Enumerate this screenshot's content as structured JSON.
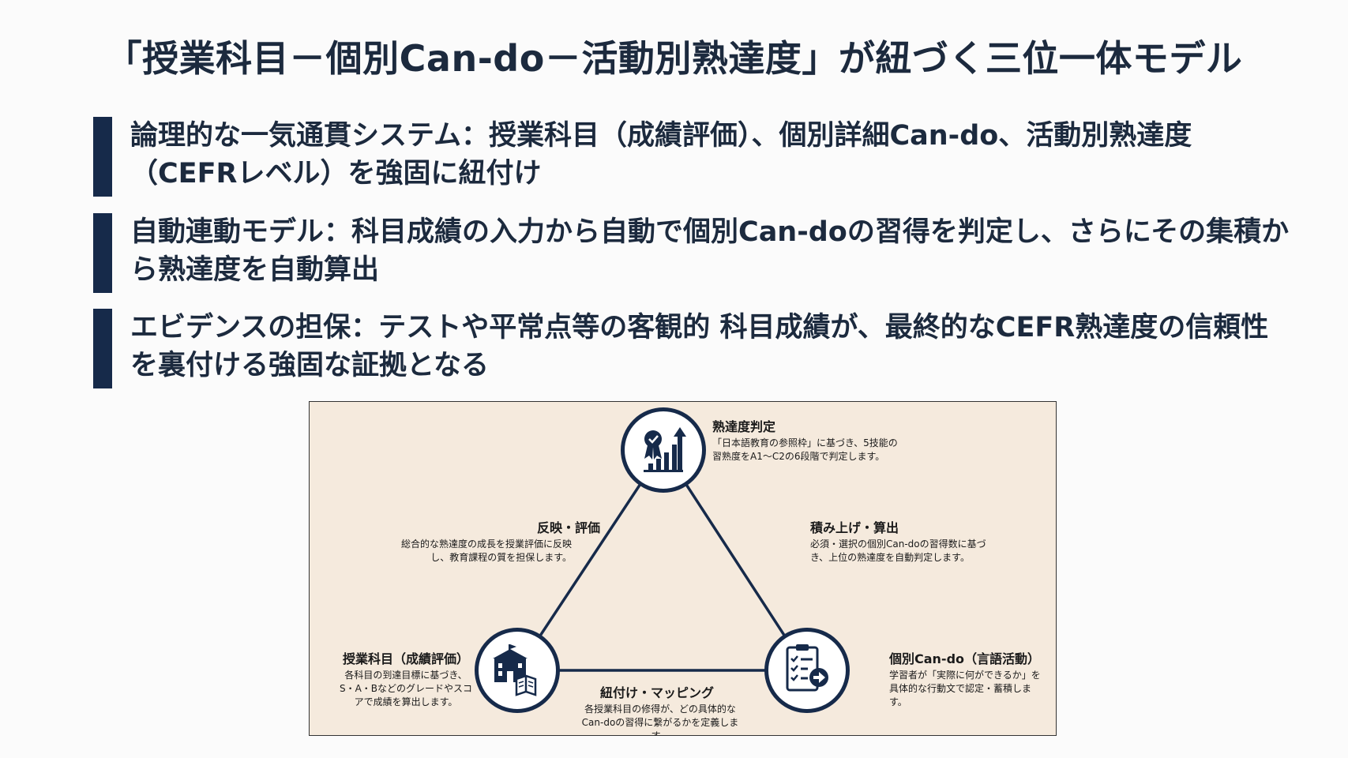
{
  "title": "「授業科目－個別Can-do－活動別熟達度」が紐づく三位一体モデル",
  "bullets": [
    {
      "text": "論理的な一気通貫システム：授業科目（成績評価）、個別詳細Can-do、活動別熟達度（CEFRレベル）を強固に紐付け"
    },
    {
      "text": "自動連動モデル：科目成績の入力から自動で個別Can-doの習得を判定し、さらにその集積から熟達度を自動算出"
    },
    {
      "text": "エビデンスの担保：テストや平常点等の客観的 科目成績が、最終的なCEFR熟達度の信頼性を裏付ける強固な証拠となる"
    }
  ],
  "diagram": {
    "top_node": {
      "label": "熟達度判定",
      "desc": "「日本語教育の参照枠」に基づき、5技能の習熟度をA1～C2の6段階で判定します。",
      "icon": "award-chart-icon"
    },
    "left_node": {
      "label": "授業科目（成績評価）",
      "desc": "各科目の到達目標に基づき、S・A・Bなどのグレードやスコアで成績を算出します。",
      "icon": "school-book-icon"
    },
    "right_node": {
      "label": "個別Can-do（言語活動）",
      "desc": "学習者が「実際に何ができるか」を具体的な行動文で認定・蓄積します。",
      "icon": "checklist-icon"
    },
    "edge_left": {
      "label": "反映・評価",
      "desc": "総合的な熟達度の成長を授業評価に反映し、教育課程の質を担保します。"
    },
    "edge_right": {
      "label": "積み上げ・算出",
      "desc": "必須・選択の個別Can-doの習得数に基づき、上位の熟達度を自動判定します。"
    },
    "edge_bottom": {
      "label": "紐付け・マッピング",
      "desc": "各授業科目の修得が、どの具体的なCan-doの習得に繋がるかを定義します。"
    }
  },
  "colors": {
    "navy": "#162a4a",
    "diagram_bg": "#f5eadd"
  }
}
